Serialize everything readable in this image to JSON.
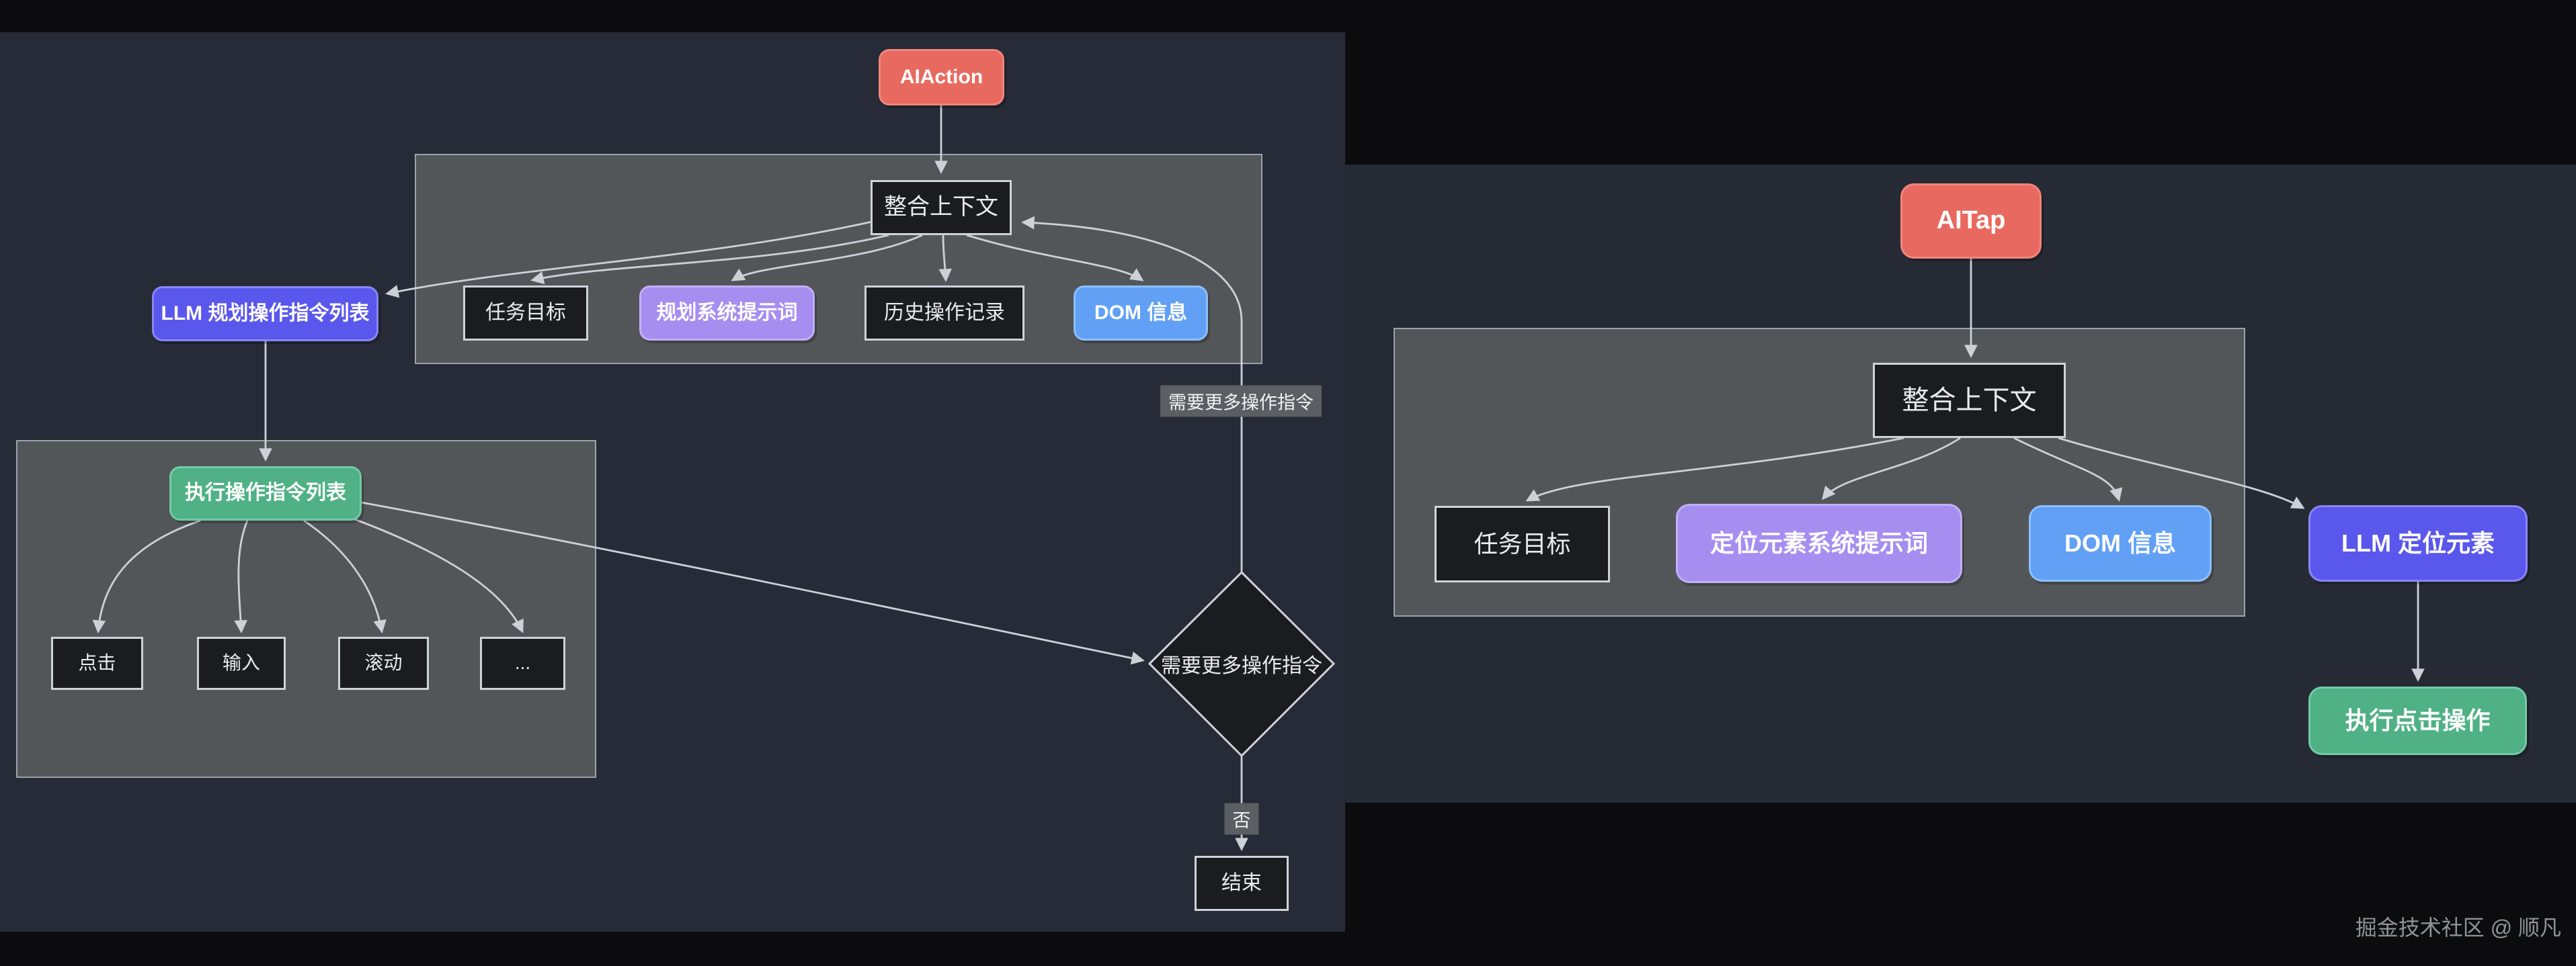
{
  "colors": {
    "red": "#e8695f",
    "red_border": "#f0857c",
    "indigo": "#5a57ec",
    "indigo_border": "#8987f4",
    "purple": "#a68df0",
    "purple_border": "#c0b0f7",
    "blue": "#61a0f4",
    "blue_border": "#8cc0fa",
    "green": "#4fb185",
    "green_border": "#74caa3",
    "node_dark": "#1b1c1f",
    "node_border": "#ced3da",
    "panel": "#535659",
    "panel_border": "#9aa4ad",
    "bg_left": "#272b37",
    "bg_right": "#262a35",
    "bg_black": "#0c0c0e",
    "edge": "#ccd1d8",
    "label_bg": "#5b5f63",
    "text": "#ffffff",
    "watermark": "#8e949a"
  },
  "left": {
    "nodes": {
      "aiaction": "AIAction",
      "merge": "整合上下文",
      "llm_plan": "LLM 规划操作指令列表",
      "task_goal": "任务目标",
      "plan_prompt": "规划系统提示词",
      "history": "历史操作记录",
      "dom": "DOM 信息",
      "exec_list": "执行操作指令列表",
      "click": "点击",
      "input": "输入",
      "scroll": "滚动",
      "more": "...",
      "decision": "需要更多操作指令",
      "end": "结束"
    },
    "edge_labels": {
      "need_more": "需要更多操作指令",
      "no": "否"
    }
  },
  "right": {
    "nodes": {
      "aitap": "AITap",
      "merge": "整合上下文",
      "task_goal": "任务目标",
      "locate_prompt": "定位元素系统提示词",
      "dom": "DOM 信息",
      "llm_locate": "LLM 定位元素",
      "exec_click": "执行点击操作"
    }
  },
  "footer": {
    "watermark": "掘金技术社区 @ 顺凡"
  }
}
